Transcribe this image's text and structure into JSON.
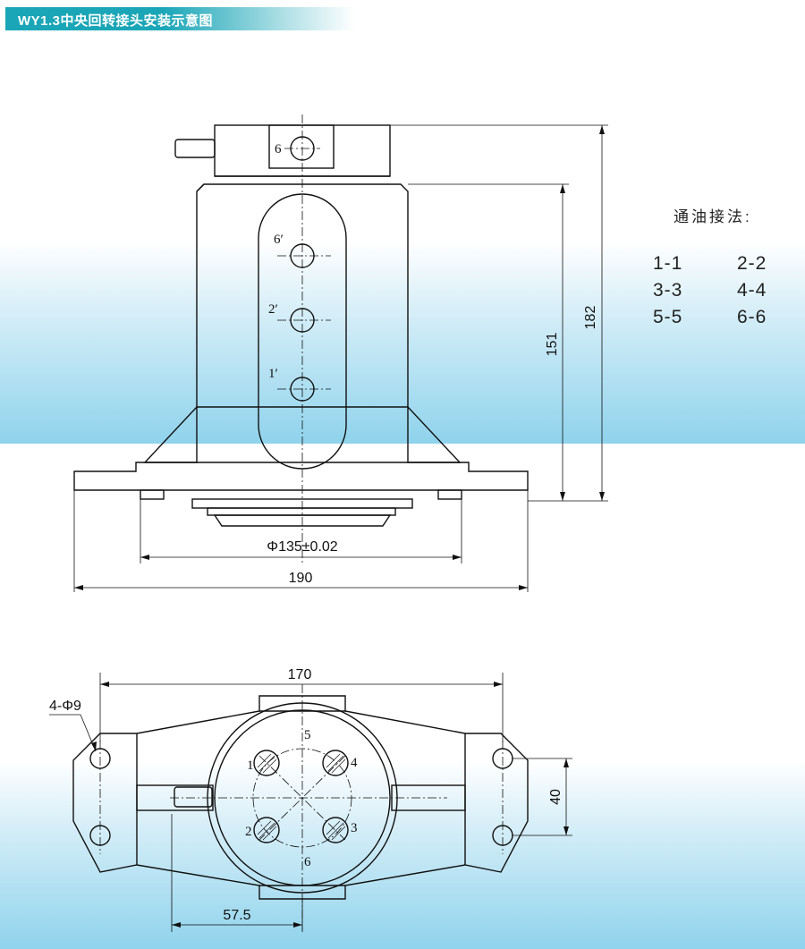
{
  "header": {
    "title": "WY1.3中央回转接头安装示意图"
  },
  "colors": {
    "title_bg": "#1aa6b7",
    "band": "#8fd3ec",
    "line": "#111111"
  },
  "legend": {
    "title": "通油接法:",
    "items": [
      "1-1",
      "2-2",
      "3-3",
      "4-4",
      "5-5",
      "6-6"
    ]
  },
  "front_view": {
    "port_labels": [
      "6",
      "6′",
      "2′",
      "1′"
    ],
    "dimensions": {
      "total_height": "182",
      "body_height": "151",
      "pilot_diameter": "Φ135±0.02",
      "flange_width": "190"
    }
  },
  "top_view": {
    "port_labels": [
      "1",
      "2",
      "3",
      "4",
      "5",
      "6"
    ],
    "dimensions": {
      "overall_width": "170",
      "holes": "4-Φ9",
      "hole_spacing": "40",
      "offset": "57.5"
    }
  }
}
